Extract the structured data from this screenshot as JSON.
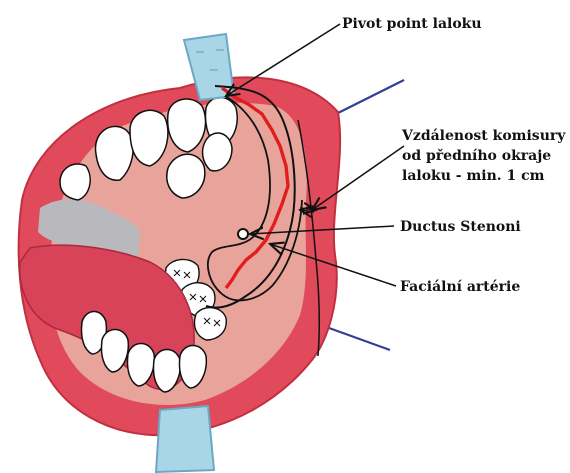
{
  "labels": {
    "pivot": "Pivot point laloku",
    "distance": [
      "Vzdálenost komisury",
      "od předního okraje",
      "laloku - min. 1 cm"
    ],
    "ductus": "Ductus Stenoni",
    "artery": "Faciální artérie"
  },
  "colors": {
    "lip_red": "#d9394a",
    "lip_outer": "#e04a5a",
    "mucosa": "#e8a49a",
    "tongue": "#d8435a",
    "tooth": "#ffffff",
    "flap_outline": "#111111",
    "artery": "#e01e1e",
    "retractor": "#a9d6e6",
    "retractor_edge": "#6aa8c4",
    "incision_line": "#2f3f9a",
    "gray_area": "#b9b9bd"
  }
}
